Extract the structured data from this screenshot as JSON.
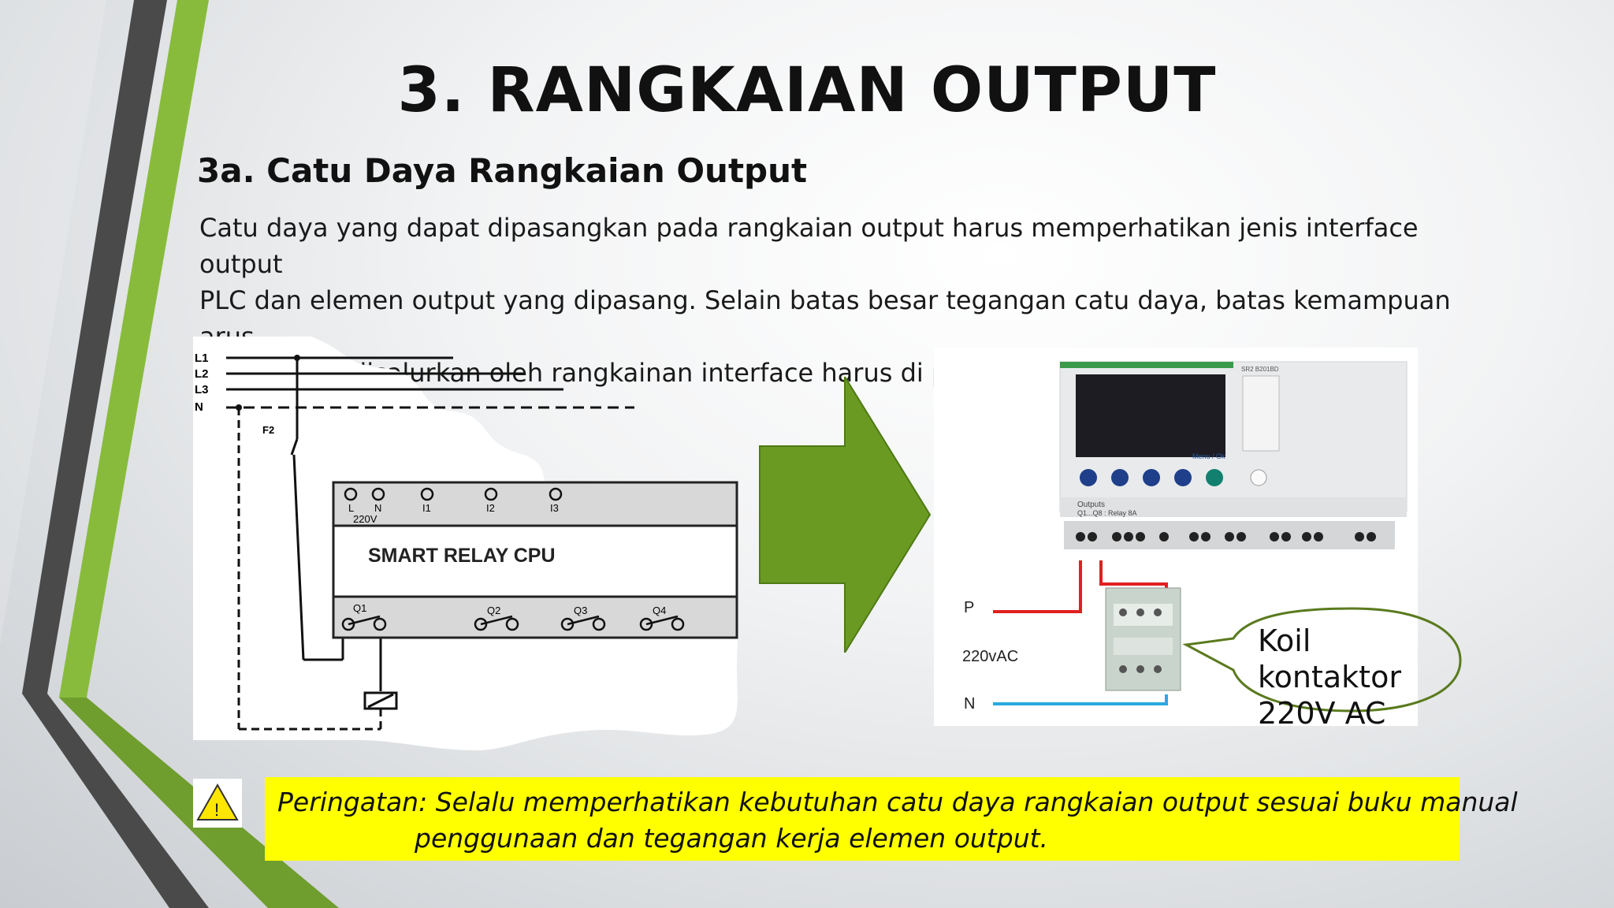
{
  "slide": {
    "title": "3. RANGKAIAN OUTPUT",
    "subtitle": "3a. Catu Daya Rangkaian Output",
    "body": [
      "Catu daya yang dapat dipasangkan pada rangkaian output harus memperhatikan jenis interface output",
      "PLC dan elemen output yang dipasang. Selain batas besar tegangan catu daya, batas kemampuan arus",
      "yang dapat disalurkan oleh rangkainan interface harus di perhatikan."
    ]
  },
  "diagram": {
    "lines": [
      "L1",
      "L2",
      "L3",
      "N"
    ],
    "fuse": "F2",
    "terminals_top": [
      "L",
      "N",
      "I1",
      "I2",
      "I3"
    ],
    "voltage": "220V",
    "module_label": "SMART RELAY CPU",
    "outputs": [
      "Q1",
      "Q2",
      "Q3",
      "Q4"
    ]
  },
  "photo": {
    "label_p": "P",
    "label_voltage": "220vAC",
    "label_n": "N",
    "outputs_label": "Outputs",
    "outputs_sub": "Q1...Q8 : Relay 8A",
    "menu_label": "Menu / Ok",
    "model": "SR2 B201BD"
  },
  "callout": {
    "lines": [
      "Koil",
      "kontaktor",
      "220V AC"
    ]
  },
  "warning": {
    "line1": "Peringatan: Selalu memperhatikan kebutuhan catu daya rangkaian output sesuai buku manual",
    "line2": "penggunaan dan tegangan kerja elemen output."
  },
  "colors": {
    "accent_green": "#7fb241",
    "arrow_green": "#6a9a22",
    "dark_bar": "#454545",
    "warning_bg": "#ffff00",
    "wire_red": "#e02020",
    "wire_blue": "#2aa9e0",
    "callout_border": "#5a7a1e"
  },
  "icons": [
    "warning-icon"
  ]
}
